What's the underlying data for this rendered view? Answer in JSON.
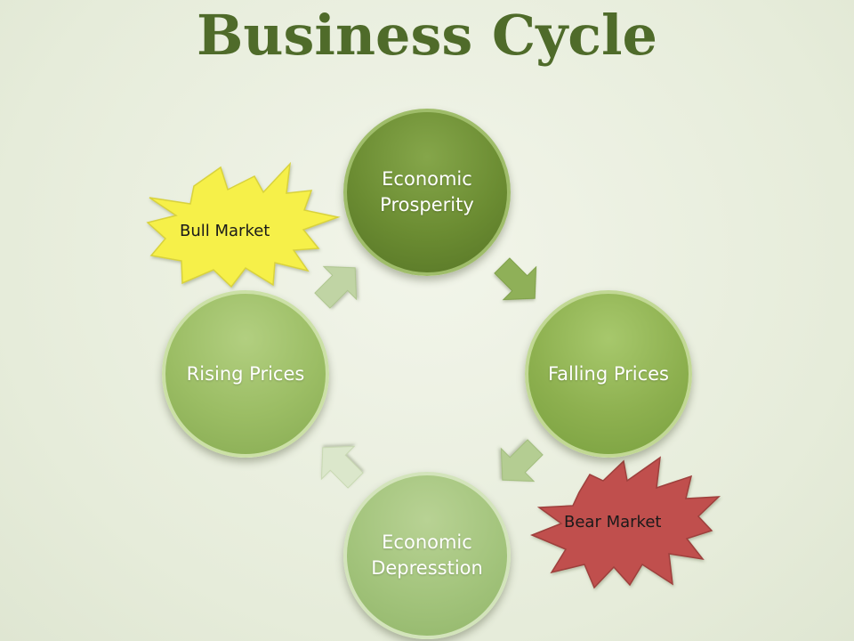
{
  "title": "Business Cycle",
  "nodes": {
    "prosperity": "Economic Prosperity",
    "falling": "Falling Prices",
    "depression": "Economic Depresstion",
    "rising": "Rising Prices"
  },
  "bursts": {
    "bull": "Bull Market",
    "bear": "Bear Market"
  },
  "colors": {
    "title": "#4f6b2a",
    "bull_burst": "#f6f04a",
    "bear_burst": "#c0504d"
  }
}
